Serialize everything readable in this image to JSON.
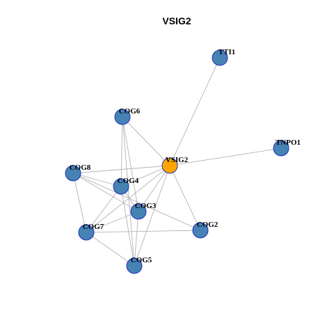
{
  "title": "VSIG2",
  "colors": {
    "background": "#ffffff",
    "edge": "#b3b3b3",
    "node_fill": "#4682b4",
    "node_highlight_fill": "#ffa500",
    "node_stroke": "#1f2fbf"
  },
  "nodes": [
    {
      "id": "VSIG2",
      "label": "VSIG2",
      "highlight": true
    },
    {
      "id": "TTI1",
      "label": "TTI1",
      "highlight": false
    },
    {
      "id": "TNPO1",
      "label": "TNPO1",
      "highlight": false
    },
    {
      "id": "COG6",
      "label": "COG6",
      "highlight": false
    },
    {
      "id": "COG8",
      "label": "COG8",
      "highlight": false
    },
    {
      "id": "COG4",
      "label": "COG4",
      "highlight": false
    },
    {
      "id": "COG3",
      "label": "COG3",
      "highlight": false
    },
    {
      "id": "COG7",
      "label": "COG7",
      "highlight": false
    },
    {
      "id": "COG2",
      "label": "COG2",
      "highlight": false
    },
    {
      "id": "COG5",
      "label": "COG5",
      "highlight": false
    }
  ],
  "edges": [
    [
      "VSIG2",
      "TTI1"
    ],
    [
      "VSIG2",
      "TNPO1"
    ],
    [
      "VSIG2",
      "COG6"
    ],
    [
      "VSIG2",
      "COG8"
    ],
    [
      "VSIG2",
      "COG4"
    ],
    [
      "VSIG2",
      "COG3"
    ],
    [
      "VSIG2",
      "COG7"
    ],
    [
      "VSIG2",
      "COG2"
    ],
    [
      "VSIG2",
      "COG5"
    ],
    [
      "COG6",
      "COG4"
    ],
    [
      "COG6",
      "COG3"
    ],
    [
      "COG8",
      "COG4"
    ],
    [
      "COG8",
      "COG3"
    ],
    [
      "COG8",
      "COG7"
    ],
    [
      "COG8",
      "COG2"
    ],
    [
      "COG4",
      "COG3"
    ],
    [
      "COG4",
      "COG7"
    ],
    [
      "COG4",
      "COG5"
    ],
    [
      "COG3",
      "COG7"
    ],
    [
      "COG3",
      "COG5"
    ],
    [
      "COG7",
      "COG2"
    ],
    [
      "COG7",
      "COG5"
    ],
    [
      "COG6",
      "COG5"
    ]
  ]
}
